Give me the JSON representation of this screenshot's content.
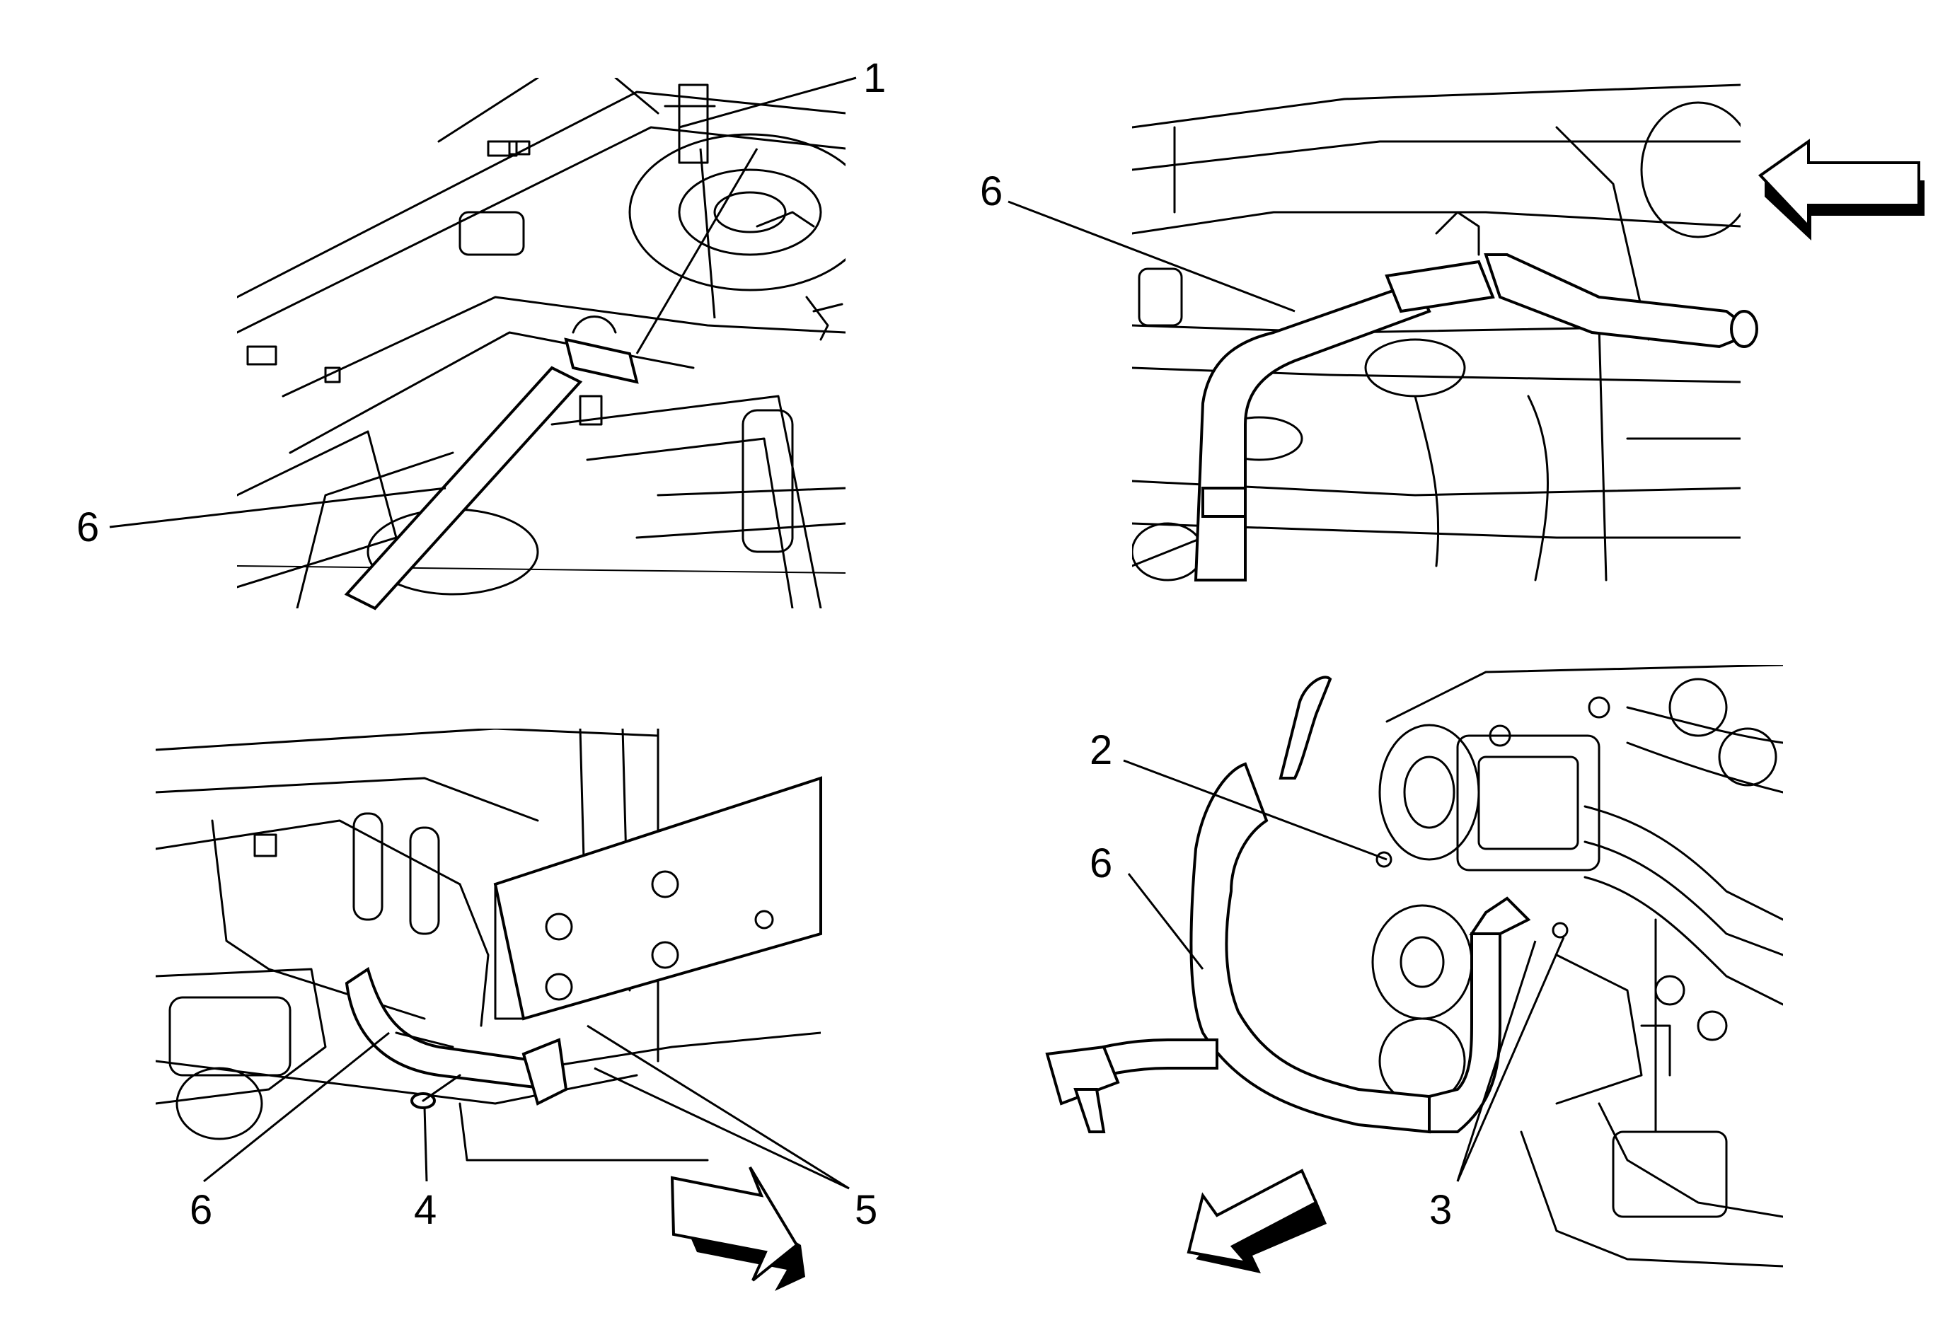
{
  "callouts": {
    "p1_n1": "1",
    "p1_n6": "6",
    "p2_n6": "6",
    "p3_n6": "6",
    "p3_n4": "4",
    "p3_n5": "5",
    "p4_n2": "2",
    "p4_n6": "6",
    "p4_n3": "3"
  },
  "icons": {
    "direction_arrow": "forward-direction-arrow-icon"
  }
}
